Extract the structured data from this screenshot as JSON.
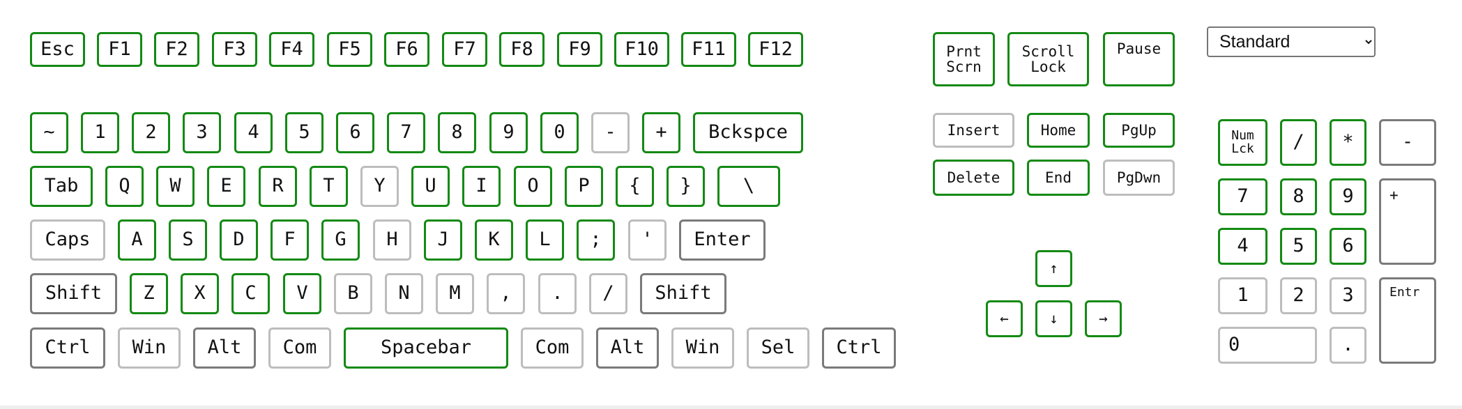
{
  "colors": {
    "tested": "#138a13",
    "untested": "#bdbdbd",
    "pressed": "#7a7a7a",
    "background": "#ffffff"
  },
  "layout_select": {
    "selected": "Standard",
    "options": [
      "Standard"
    ]
  },
  "keys": [
    {
      "name": "key-esc",
      "label": "Esc",
      "state": "tested"
    },
    {
      "name": "key-f1",
      "label": "F1",
      "state": "tested"
    },
    {
      "name": "key-f2",
      "label": "F2",
      "state": "tested"
    },
    {
      "name": "key-f3",
      "label": "F3",
      "state": "tested"
    },
    {
      "name": "key-f4",
      "label": "F4",
      "state": "tested"
    },
    {
      "name": "key-f5",
      "label": "F5",
      "state": "tested"
    },
    {
      "name": "key-f6",
      "label": "F6",
      "state": "tested"
    },
    {
      "name": "key-f7",
      "label": "F7",
      "state": "tested"
    },
    {
      "name": "key-f8",
      "label": "F8",
      "state": "tested"
    },
    {
      "name": "key-f9",
      "label": "F9",
      "state": "tested"
    },
    {
      "name": "key-f10",
      "label": "F10",
      "state": "tested"
    },
    {
      "name": "key-f11",
      "label": "F11",
      "state": "tested"
    },
    {
      "name": "key-f12",
      "label": "F12",
      "state": "tested"
    },
    {
      "name": "key-print-screen",
      "label": "Prnt\nScrn",
      "state": "tested"
    },
    {
      "name": "key-scroll-lock",
      "label": "Scroll\nLock",
      "state": "tested"
    },
    {
      "name": "key-pause",
      "label": "Pause",
      "state": "tested"
    },
    {
      "name": "key-tilde",
      "label": "~",
      "state": "tested"
    },
    {
      "name": "key-1",
      "label": "1",
      "state": "tested"
    },
    {
      "name": "key-2",
      "label": "2",
      "state": "tested"
    },
    {
      "name": "key-3",
      "label": "3",
      "state": "tested"
    },
    {
      "name": "key-4",
      "label": "4",
      "state": "tested"
    },
    {
      "name": "key-5",
      "label": "5",
      "state": "tested"
    },
    {
      "name": "key-6",
      "label": "6",
      "state": "tested"
    },
    {
      "name": "key-7",
      "label": "7",
      "state": "tested"
    },
    {
      "name": "key-8",
      "label": "8",
      "state": "tested"
    },
    {
      "name": "key-9",
      "label": "9",
      "state": "tested"
    },
    {
      "name": "key-0",
      "label": "0",
      "state": "tested"
    },
    {
      "name": "key-minus",
      "label": "-",
      "state": "untested"
    },
    {
      "name": "key-plus",
      "label": "+",
      "state": "tested"
    },
    {
      "name": "key-backspace",
      "label": "Bckspce",
      "state": "tested"
    },
    {
      "name": "key-tab",
      "label": "Tab",
      "state": "tested"
    },
    {
      "name": "key-q",
      "label": "Q",
      "state": "tested"
    },
    {
      "name": "key-w",
      "label": "W",
      "state": "tested"
    },
    {
      "name": "key-e",
      "label": "E",
      "state": "tested"
    },
    {
      "name": "key-r",
      "label": "R",
      "state": "tested"
    },
    {
      "name": "key-t",
      "label": "T",
      "state": "tested"
    },
    {
      "name": "key-y",
      "label": "Y",
      "state": "untested"
    },
    {
      "name": "key-u",
      "label": "U",
      "state": "tested"
    },
    {
      "name": "key-i",
      "label": "I",
      "state": "tested"
    },
    {
      "name": "key-o",
      "label": "O",
      "state": "tested"
    },
    {
      "name": "key-p",
      "label": "P",
      "state": "tested"
    },
    {
      "name": "key-left-brace",
      "label": "{",
      "state": "tested"
    },
    {
      "name": "key-right-brace",
      "label": "}",
      "state": "tested"
    },
    {
      "name": "key-backslash",
      "label": "\\",
      "state": "tested"
    },
    {
      "name": "key-caps",
      "label": "Caps",
      "state": "untested"
    },
    {
      "name": "key-a",
      "label": "A",
      "state": "tested"
    },
    {
      "name": "key-s",
      "label": "S",
      "state": "tested"
    },
    {
      "name": "key-d",
      "label": "D",
      "state": "tested"
    },
    {
      "name": "key-f",
      "label": "F",
      "state": "tested"
    },
    {
      "name": "key-g",
      "label": "G",
      "state": "tested"
    },
    {
      "name": "key-h",
      "label": "H",
      "state": "untested"
    },
    {
      "name": "key-j",
      "label": "J",
      "state": "tested"
    },
    {
      "name": "key-k",
      "label": "K",
      "state": "tested"
    },
    {
      "name": "key-l",
      "label": "L",
      "state": "tested"
    },
    {
      "name": "key-semicolon",
      "label": ";",
      "state": "tested"
    },
    {
      "name": "key-quote",
      "label": "'",
      "state": "untested"
    },
    {
      "name": "key-enter",
      "label": "Enter",
      "state": "pressed"
    },
    {
      "name": "key-left-shift",
      "label": "Shift",
      "state": "pressed"
    },
    {
      "name": "key-z",
      "label": "Z",
      "state": "tested"
    },
    {
      "name": "key-x",
      "label": "X",
      "state": "tested"
    },
    {
      "name": "key-c",
      "label": "C",
      "state": "tested"
    },
    {
      "name": "key-v",
      "label": "V",
      "state": "tested"
    },
    {
      "name": "key-b",
      "label": "B",
      "state": "untested"
    },
    {
      "name": "key-n",
      "label": "N",
      "state": "untested"
    },
    {
      "name": "key-m",
      "label": "M",
      "state": "untested"
    },
    {
      "name": "key-comma",
      "label": ",",
      "state": "untested"
    },
    {
      "name": "key-period",
      "label": ".",
      "state": "untested"
    },
    {
      "name": "key-slash",
      "label": "/",
      "state": "untested"
    },
    {
      "name": "key-right-shift",
      "label": "Shift",
      "state": "pressed"
    },
    {
      "name": "key-left-ctrl",
      "label": "Ctrl",
      "state": "pressed"
    },
    {
      "name": "key-left-win",
      "label": "Win",
      "state": "untested"
    },
    {
      "name": "key-left-alt",
      "label": "Alt",
      "state": "pressed"
    },
    {
      "name": "key-left-com",
      "label": "Com",
      "state": "untested"
    },
    {
      "name": "key-spacebar",
      "label": "Spacebar",
      "state": "tested"
    },
    {
      "name": "key-right-com",
      "label": "Com",
      "state": "untested"
    },
    {
      "name": "key-right-alt",
      "label": "Alt",
      "state": "pressed"
    },
    {
      "name": "key-right-win",
      "label": "Win",
      "state": "untested"
    },
    {
      "name": "key-sel",
      "label": "Sel",
      "state": "untested"
    },
    {
      "name": "key-right-ctrl",
      "label": "Ctrl",
      "state": "pressed"
    },
    {
      "name": "key-insert",
      "label": "Insert",
      "state": "untested"
    },
    {
      "name": "key-home",
      "label": "Home",
      "state": "tested"
    },
    {
      "name": "key-pgup",
      "label": "PgUp",
      "state": "tested"
    },
    {
      "name": "key-delete",
      "label": "Delete",
      "state": "tested"
    },
    {
      "name": "key-end",
      "label": "End",
      "state": "tested"
    },
    {
      "name": "key-pgdwn",
      "label": "PgDwn",
      "state": "untested"
    },
    {
      "name": "key-arrow-up",
      "label": "↑",
      "state": "tested"
    },
    {
      "name": "key-arrow-left",
      "label": "←",
      "state": "tested"
    },
    {
      "name": "key-arrow-down",
      "label": "↓",
      "state": "tested"
    },
    {
      "name": "key-arrow-right",
      "label": "→",
      "state": "tested"
    },
    {
      "name": "key-num-lock",
      "label": "Num\nLck",
      "state": "tested"
    },
    {
      "name": "key-num-divide",
      "label": "/",
      "state": "tested"
    },
    {
      "name": "key-num-multiply",
      "label": "*",
      "state": "tested"
    },
    {
      "name": "key-num-minus",
      "label": "-",
      "state": "pressed"
    },
    {
      "name": "key-num-7",
      "label": "7",
      "state": "tested"
    },
    {
      "name": "key-num-8",
      "label": "8",
      "state": "tested"
    },
    {
      "name": "key-num-9",
      "label": "9",
      "state": "tested"
    },
    {
      "name": "key-num-plus",
      "label": "+",
      "state": "pressed"
    },
    {
      "name": "key-num-4",
      "label": "4",
      "state": "tested"
    },
    {
      "name": "key-num-5",
      "label": "5",
      "state": "tested"
    },
    {
      "name": "key-num-6",
      "label": "6",
      "state": "tested"
    },
    {
      "name": "key-num-1",
      "label": "1",
      "state": "untested"
    },
    {
      "name": "key-num-2",
      "label": "2",
      "state": "untested"
    },
    {
      "name": "key-num-3",
      "label": "3",
      "state": "untested"
    },
    {
      "name": "key-num-enter",
      "label": "Entr",
      "state": "pressed"
    },
    {
      "name": "key-num-0",
      "label": "0",
      "state": "untested"
    },
    {
      "name": "key-num-decimal",
      "label": ".",
      "state": "untested"
    }
  ]
}
